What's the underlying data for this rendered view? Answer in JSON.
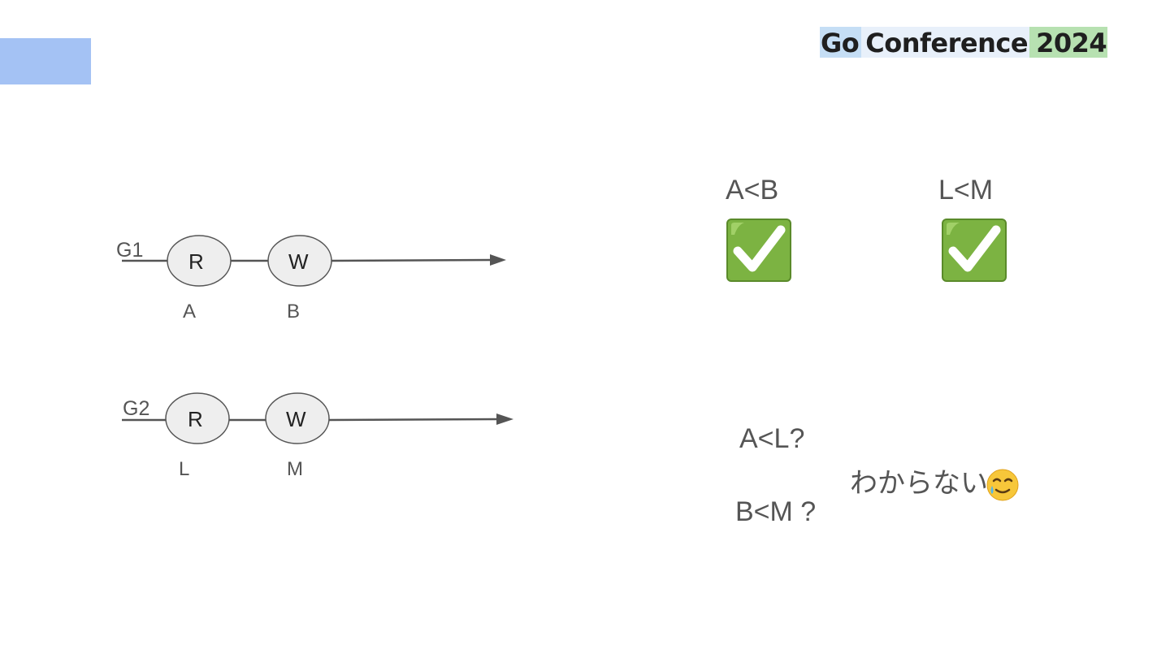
{
  "logo": {
    "part1": "Go",
    "part2": "Conference",
    "part3": "2024"
  },
  "diagram": {
    "goroutines": [
      {
        "label": "G1",
        "ops": [
          {
            "kind": "R",
            "point": "A"
          },
          {
            "kind": "W",
            "point": "B"
          }
        ]
      },
      {
        "label": "G2",
        "ops": [
          {
            "kind": "R",
            "point": "L"
          },
          {
            "kind": "W",
            "point": "M"
          }
        ]
      }
    ]
  },
  "orderings": {
    "known": [
      {
        "text": "A<B",
        "status": "check-icon"
      },
      {
        "text": "L<M",
        "status": "check-icon"
      }
    ],
    "unknown": [
      {
        "text": "A<L?"
      },
      {
        "text": "B<M ?"
      }
    ],
    "verdict": "わからない",
    "verdict_icon": "smiling-face-with-tear-icon"
  },
  "colors": {
    "node_fill": "#eeeeee",
    "node_stroke": "#555555",
    "line": "#555555",
    "text": "#555555",
    "check_bg": "#7cb342",
    "corner": "#a4c2f4"
  }
}
